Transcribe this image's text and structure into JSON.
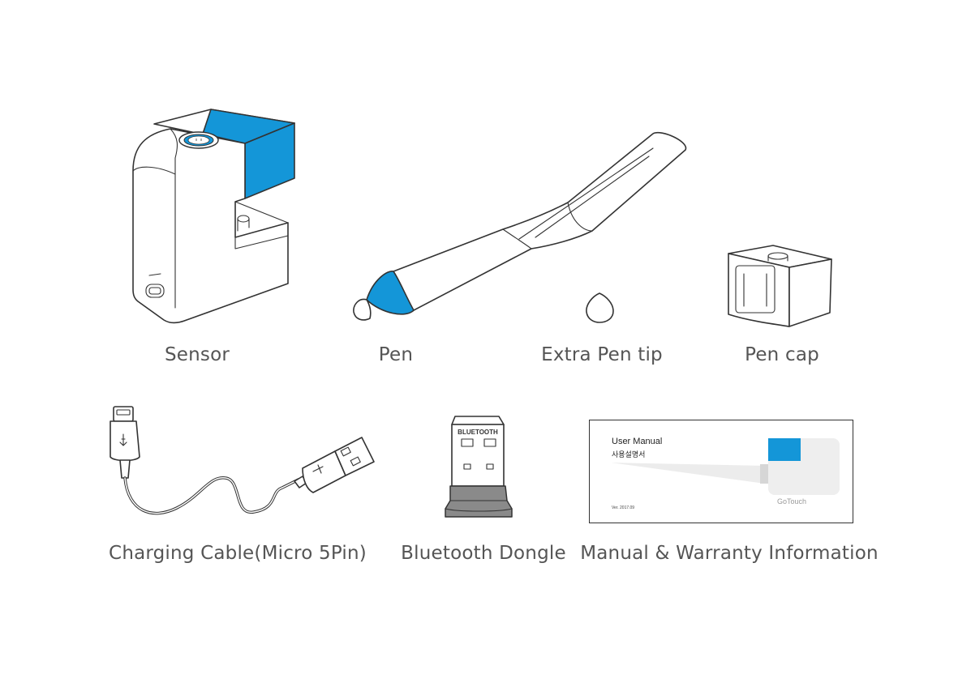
{
  "colors": {
    "accent_blue": "#1496D8",
    "outline": "#333333",
    "label_text": "#555555"
  },
  "items": [
    {
      "id": "sensor",
      "label": "Sensor"
    },
    {
      "id": "pen",
      "label": "Pen"
    },
    {
      "id": "extra-pen-tip",
      "label": "Extra Pen tip"
    },
    {
      "id": "pen-cap",
      "label": "Pen cap"
    },
    {
      "id": "charging-cable",
      "label": "Charging Cable(Micro 5Pin)"
    },
    {
      "id": "bluetooth-dongle",
      "label": "Bluetooth Dongle",
      "device_text": "BLUETOOTH"
    },
    {
      "id": "manual",
      "label": "Manual & Warranty Information"
    }
  ],
  "manual_cover": {
    "title": "User Manual",
    "subtitle": "사용설명서",
    "version": "Ver. 2017.09",
    "brand": "GoTouch"
  }
}
